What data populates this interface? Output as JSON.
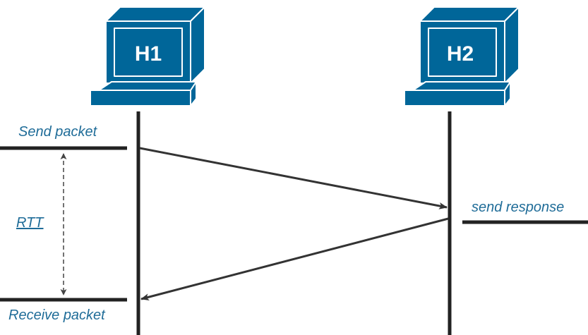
{
  "hosts": [
    {
      "label": "H1"
    },
    {
      "label": "H2"
    }
  ],
  "events": {
    "send_packet": "Send packet",
    "send_response": "send response",
    "receive_packet": "Receive packet",
    "rtt": "RTT"
  },
  "colors": {
    "host_fill": "#006699",
    "host_outline": "#ffffff",
    "label_text": "#1f6c98",
    "line": "#222222",
    "arrow": "#333333",
    "dashed": "#444444"
  },
  "icons": {
    "host": "computer-terminal-icon"
  }
}
